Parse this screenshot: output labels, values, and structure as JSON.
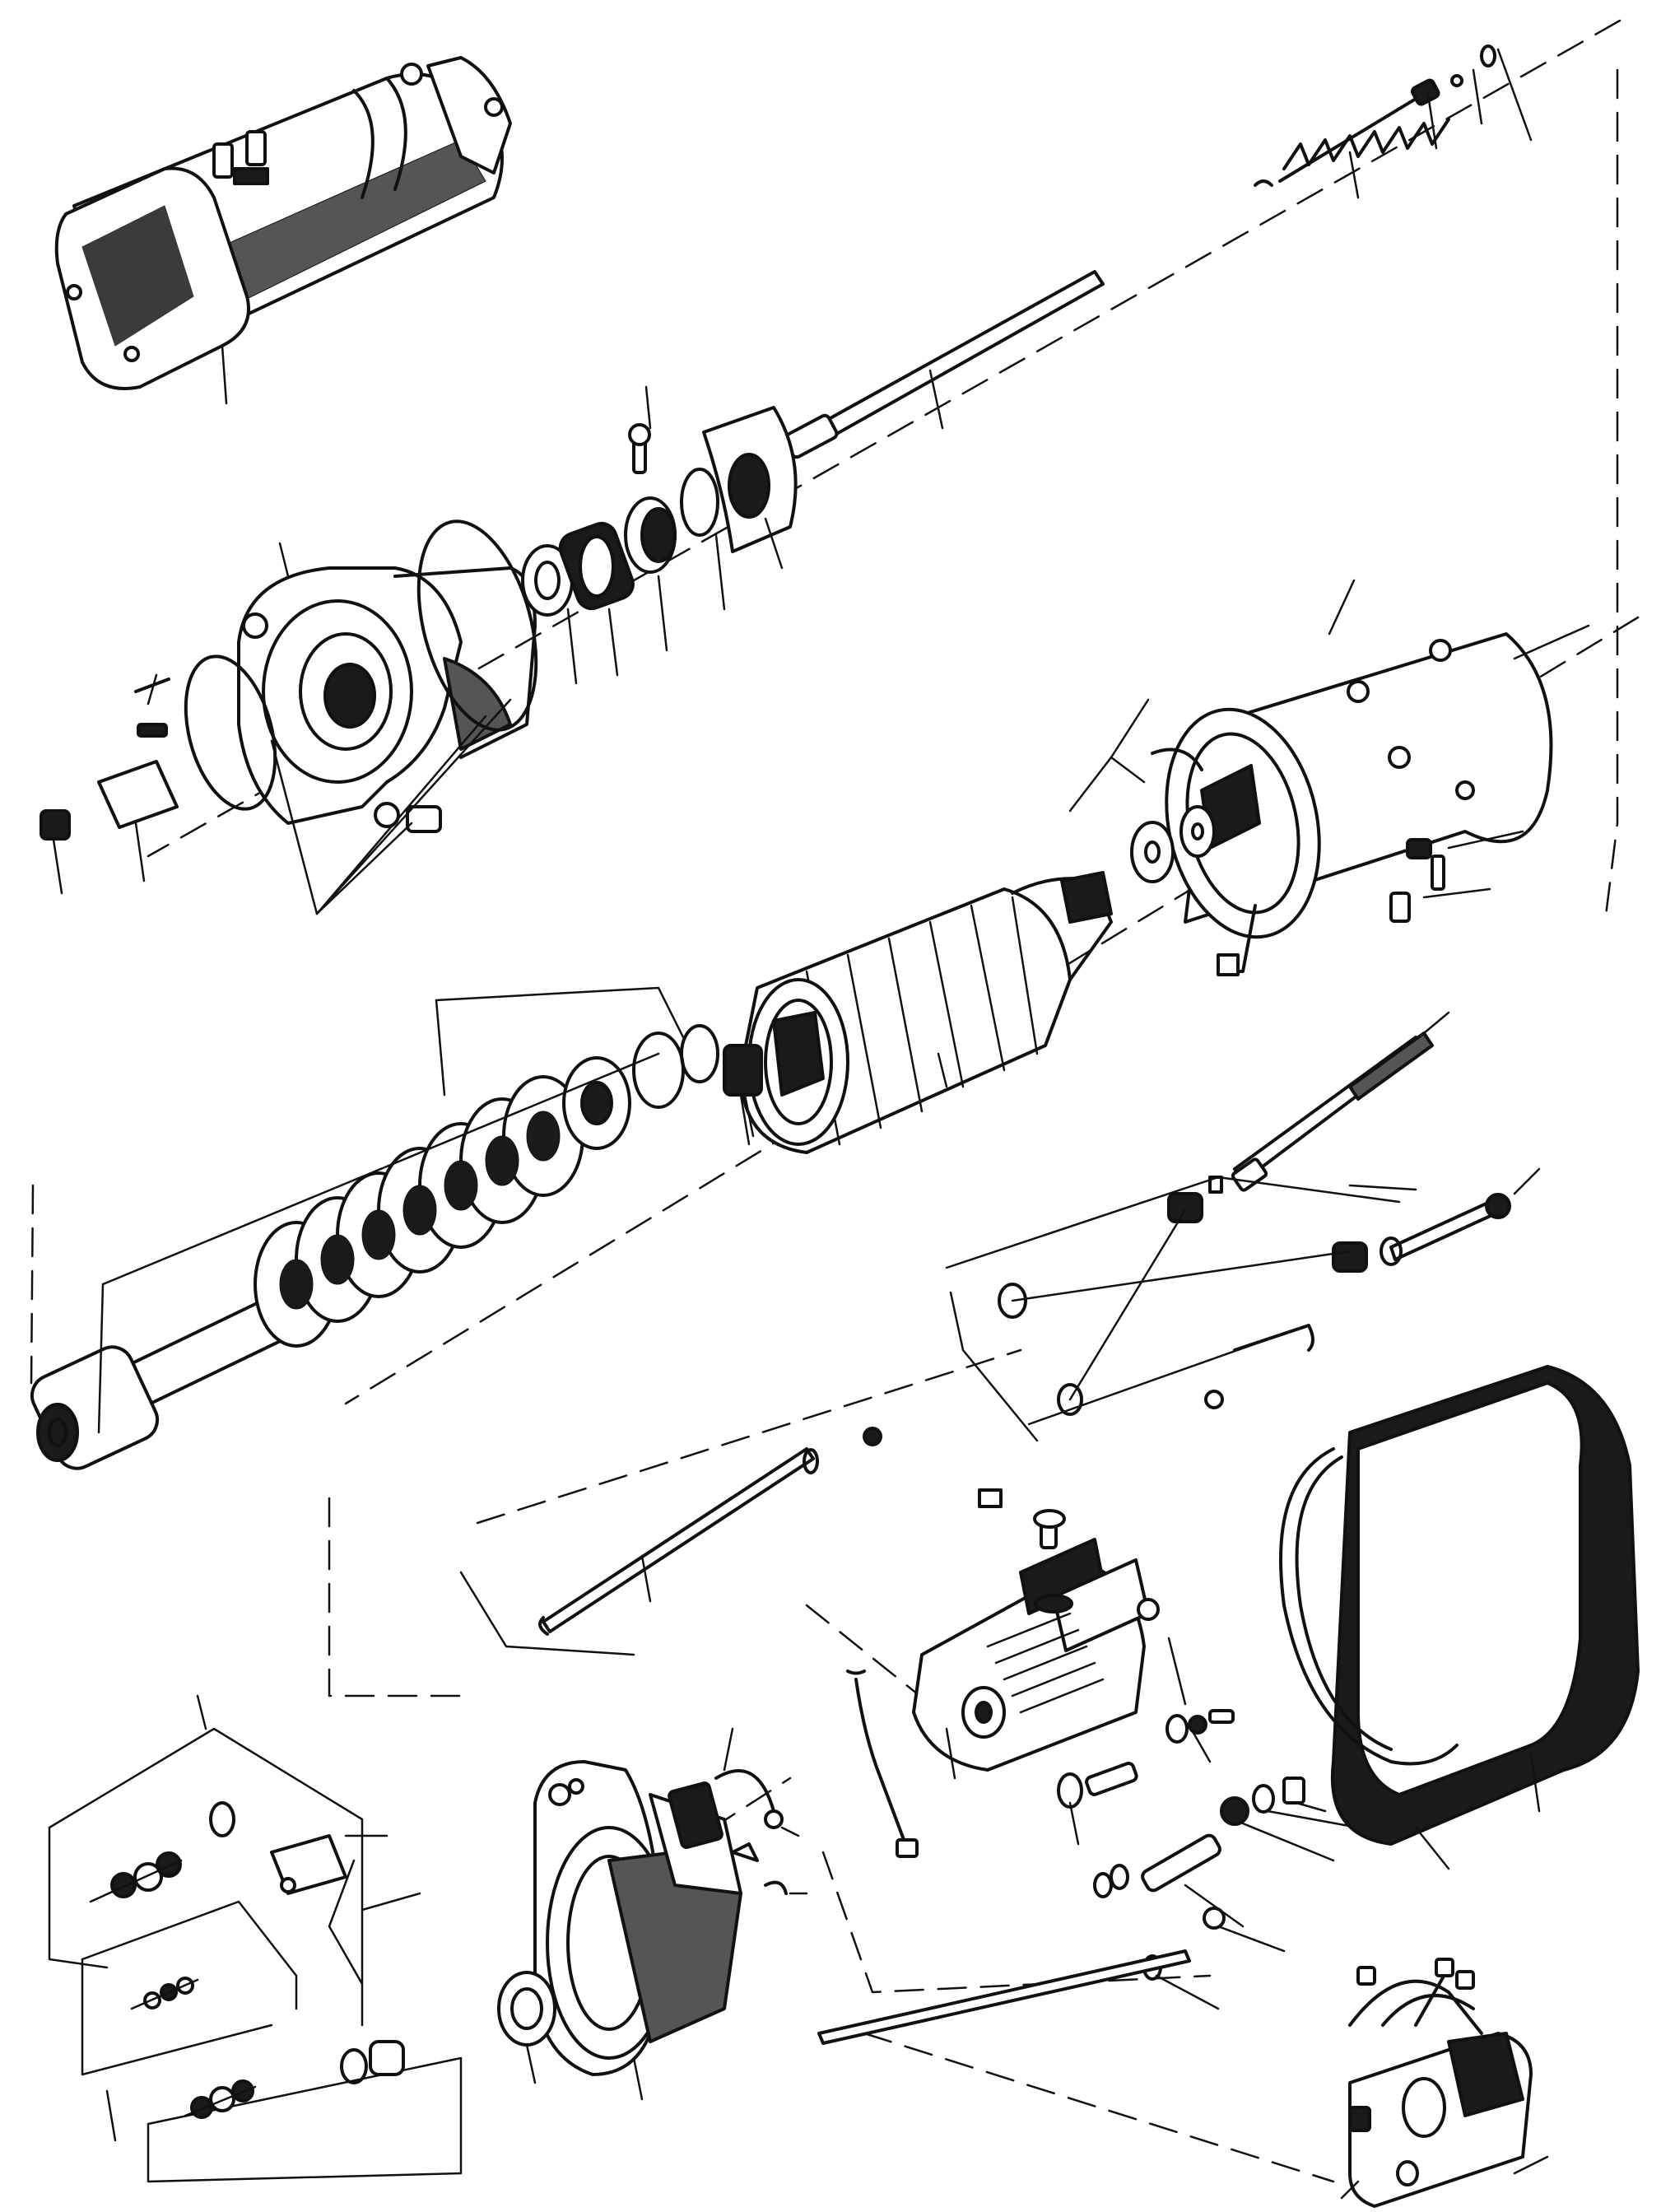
{
  "colors": {
    "ink": "#111111",
    "paper": "#ffffff"
  },
  "components": [
    {
      "id": "solenoid",
      "icon": "solenoid-icon"
    },
    {
      "id": "pull-rod",
      "icon": "rod-icon"
    },
    {
      "id": "return-spring",
      "icon": "coil-spring-icon"
    },
    {
      "id": "drive-end-housing",
      "icon": "housing-icon"
    },
    {
      "id": "bearing-set",
      "icon": "bearing-icon"
    },
    {
      "id": "field-yoke",
      "icon": "cylinder-icon"
    },
    {
      "id": "armature",
      "icon": "armature-icon"
    },
    {
      "id": "drive-pinion-clutch",
      "icon": "clutch-pack-icon"
    },
    {
      "id": "brush-gear",
      "icon": "brush-icon"
    },
    {
      "id": "commutator-end-bracket",
      "icon": "bracket-icon"
    },
    {
      "id": "cover-band",
      "icon": "band-icon"
    },
    {
      "id": "relay-unit",
      "icon": "relay-icon"
    }
  ]
}
